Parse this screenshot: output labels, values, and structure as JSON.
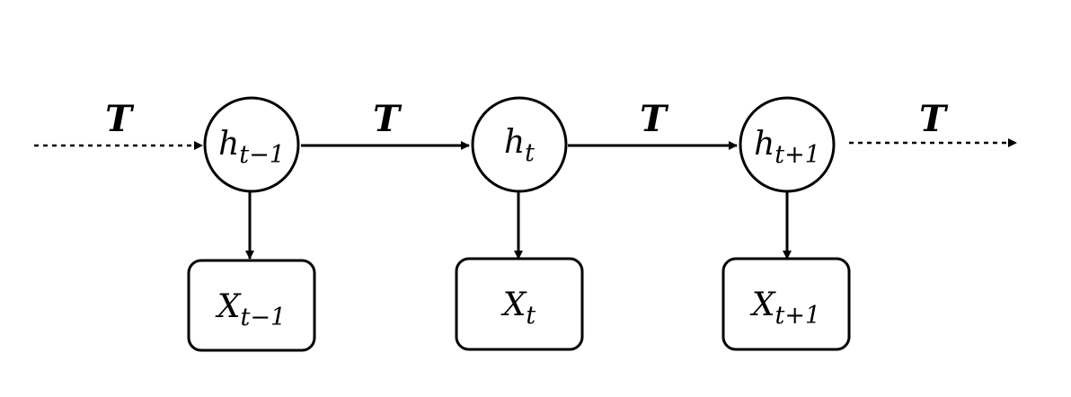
{
  "diagram": {
    "stroke_color": "#000000",
    "background": "#ffffff",
    "transition_labels": [
      "T",
      "T",
      "T",
      "T"
    ],
    "hidden_states": [
      {
        "base": "h",
        "sub": "t−1"
      },
      {
        "base": "h",
        "sub": "t"
      },
      {
        "base": "h",
        "sub": "t+1"
      }
    ],
    "observations": [
      {
        "base": "X",
        "sub": "t−1"
      },
      {
        "base": "X",
        "sub": "t"
      },
      {
        "base": "X",
        "sub": "t+1"
      }
    ]
  }
}
